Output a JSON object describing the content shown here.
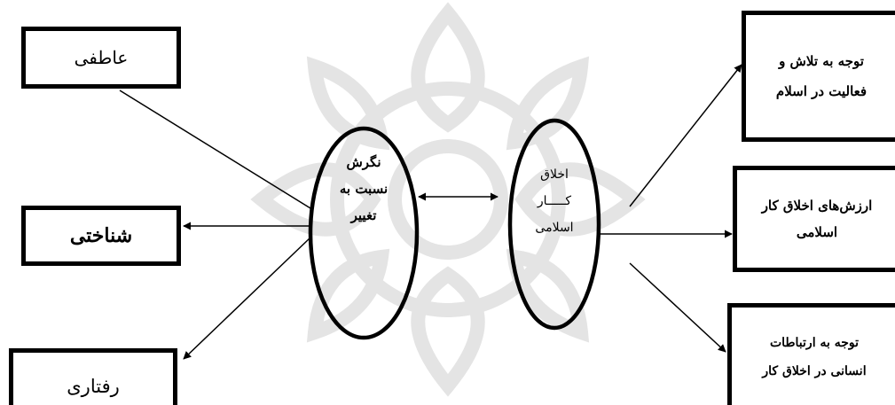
{
  "left_boxes": {
    "emotional": "عاطفی",
    "cognitive": "شناختی",
    "behavioral": "رفتاری"
  },
  "attitude_oval": {
    "lines": [
      "نگرش",
      "نسبت",
      "به",
      "تغییر"
    ]
  },
  "ethics_oval": {
    "lines": [
      "اخلاق",
      "کـــــار",
      "اسلامی"
    ]
  },
  "right_boxes": {
    "effort": [
      "توجه به تلاش و",
      "فعالیت در اسلام"
    ],
    "values": [
      "ارزش‌های اخلاق کار",
      "اسلامی"
    ],
    "relations": [
      "توجه به ارتباطات",
      "انسانی در اخلاق کار"
    ]
  },
  "colors": {
    "stroke": "#000000",
    "watermark": "#e6e6e6"
  }
}
